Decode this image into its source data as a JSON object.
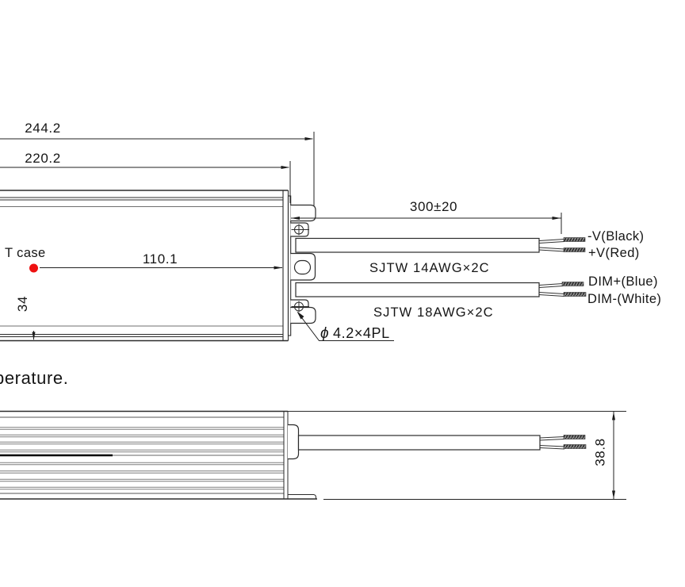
{
  "note": {
    "visible_text": "perature."
  },
  "top_view": {
    "dim_overall": "244.2",
    "dim_body": "220.2",
    "dim_wire_length": "300±20",
    "dim_tcase_x": "110.1",
    "dim_tcase_y": "34",
    "tcase_label": "T case",
    "hole_callout_phi": "ϕ",
    "hole_callout": "4.2×4PL",
    "cable1_spec": "SJTW 14AWG×2C",
    "cable2_spec": "SJTW 18AWG×2C",
    "wire_labels": [
      "-V(Black)",
      "+V(Red)",
      "DIM+(Blue)",
      "DIM-(White)"
    ]
  },
  "side_view": {
    "dim_height": "38.8"
  },
  "colors": {
    "tcase_dot": "#ee1111",
    "line": "#2b2b2b"
  }
}
